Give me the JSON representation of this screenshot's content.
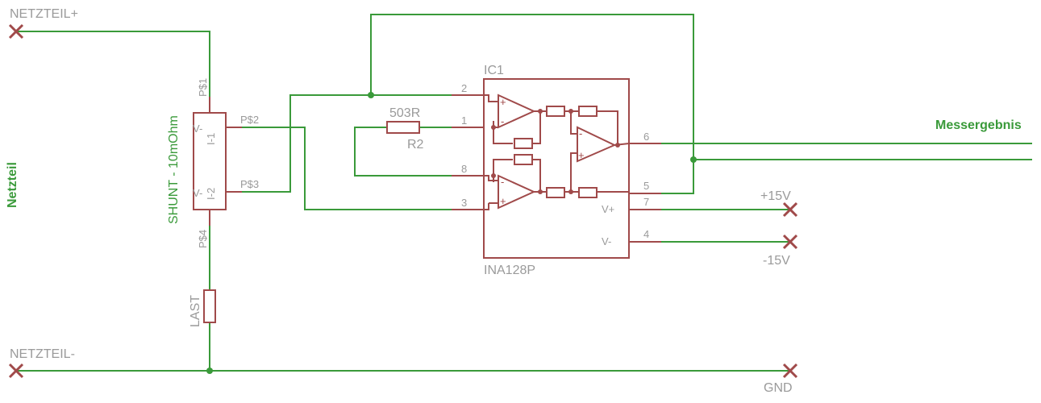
{
  "labels": {
    "netzteil_plus": "NETZTEIL+",
    "netzteil_minus": "NETZTEIL-",
    "netzteil": "Netzteil",
    "shunt": "SHUNT - 10mOhm",
    "last": "LAST",
    "ic_name": "IC1",
    "ic_part": "INA128P",
    "r2_value": "503R",
    "r2_name": "R2",
    "messergebnis": "Messergebnis",
    "plus15": "+15V",
    "minus15": "-15V",
    "gnd": "GND",
    "vplus": "V+",
    "vminus": "V-"
  },
  "shunt_pins": {
    "p1": "P$1",
    "p2": "P$2",
    "p3": "P$3",
    "p4": "P$4",
    "i1": "I-1",
    "i2": "I-2",
    "v1": "V-",
    "v2": "V-"
  },
  "ic_pins": {
    "pin1": "1",
    "pin2": "2",
    "pin3": "3",
    "pin4": "4",
    "pin5": "5",
    "pin6": "6",
    "pin7": "7",
    "pin8": "8"
  },
  "colors": {
    "wire": "#3a9a3a",
    "part": "#a04a4a",
    "text_grey": "#9a9a9a"
  }
}
